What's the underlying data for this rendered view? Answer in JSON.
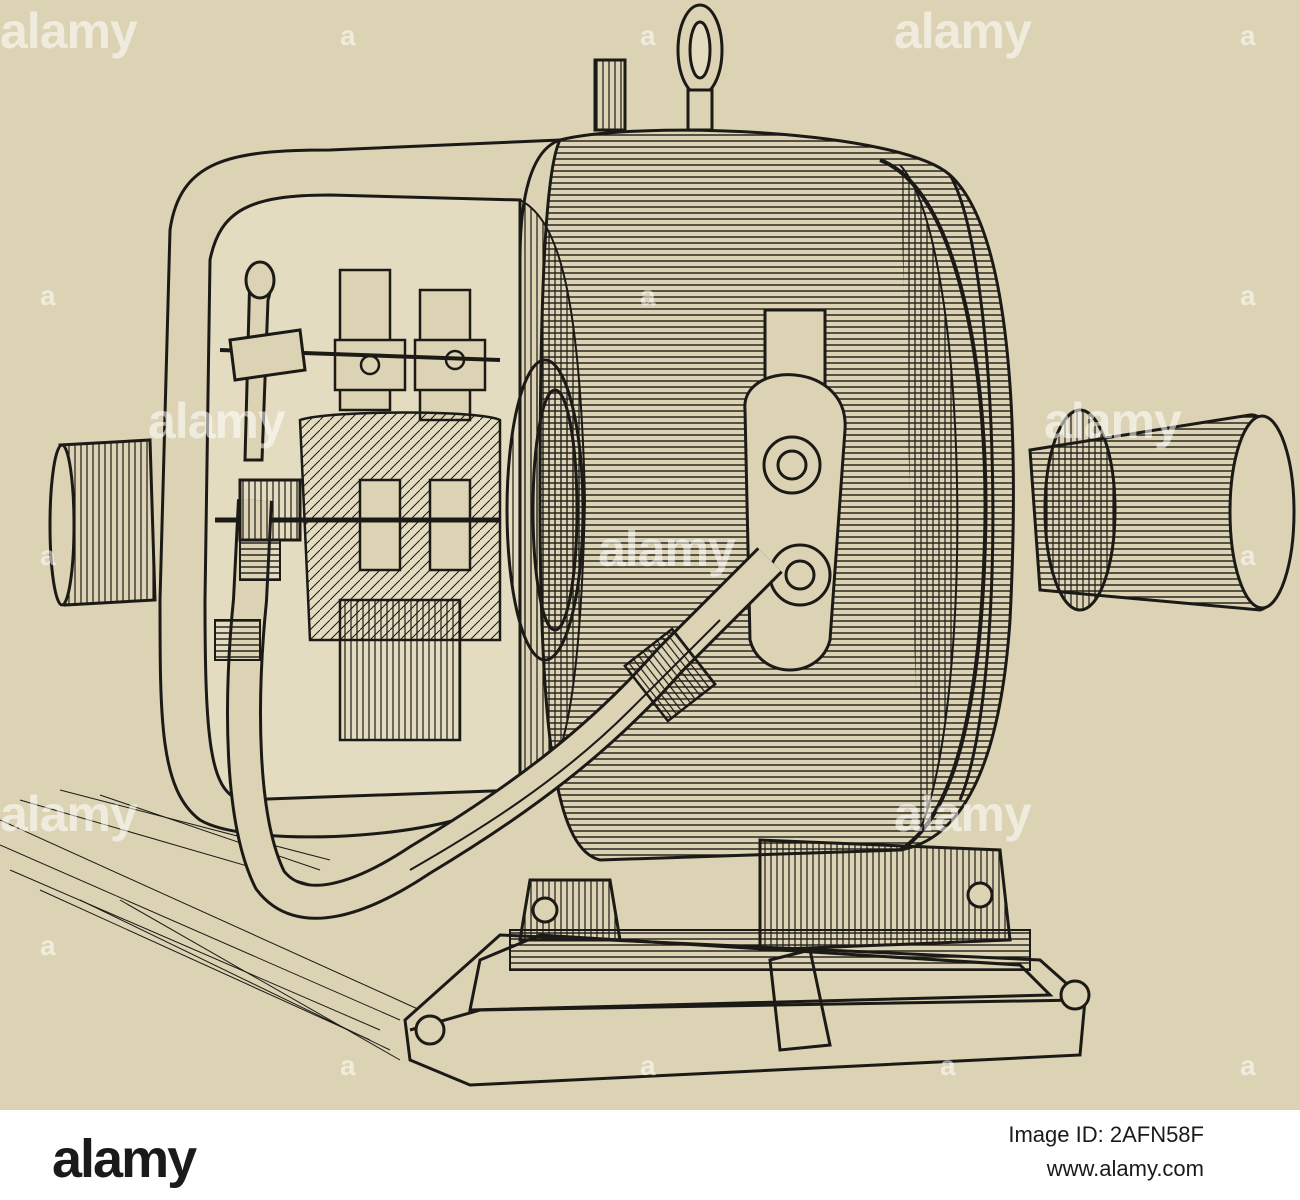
{
  "image": {
    "subject": "motor-illustration",
    "colors": {
      "paper": "#dcd3b4",
      "ink": "#1c1a16",
      "watermark": "#ffffff",
      "footer_background": "#ffffff",
      "footer_text": "#1a1a1a"
    }
  },
  "watermarks": {
    "text": "alamy",
    "short": "a"
  },
  "footer": {
    "logo": "alamy",
    "image_id": "Image ID: 2AFN58F",
    "url": "www.alamy.com"
  }
}
